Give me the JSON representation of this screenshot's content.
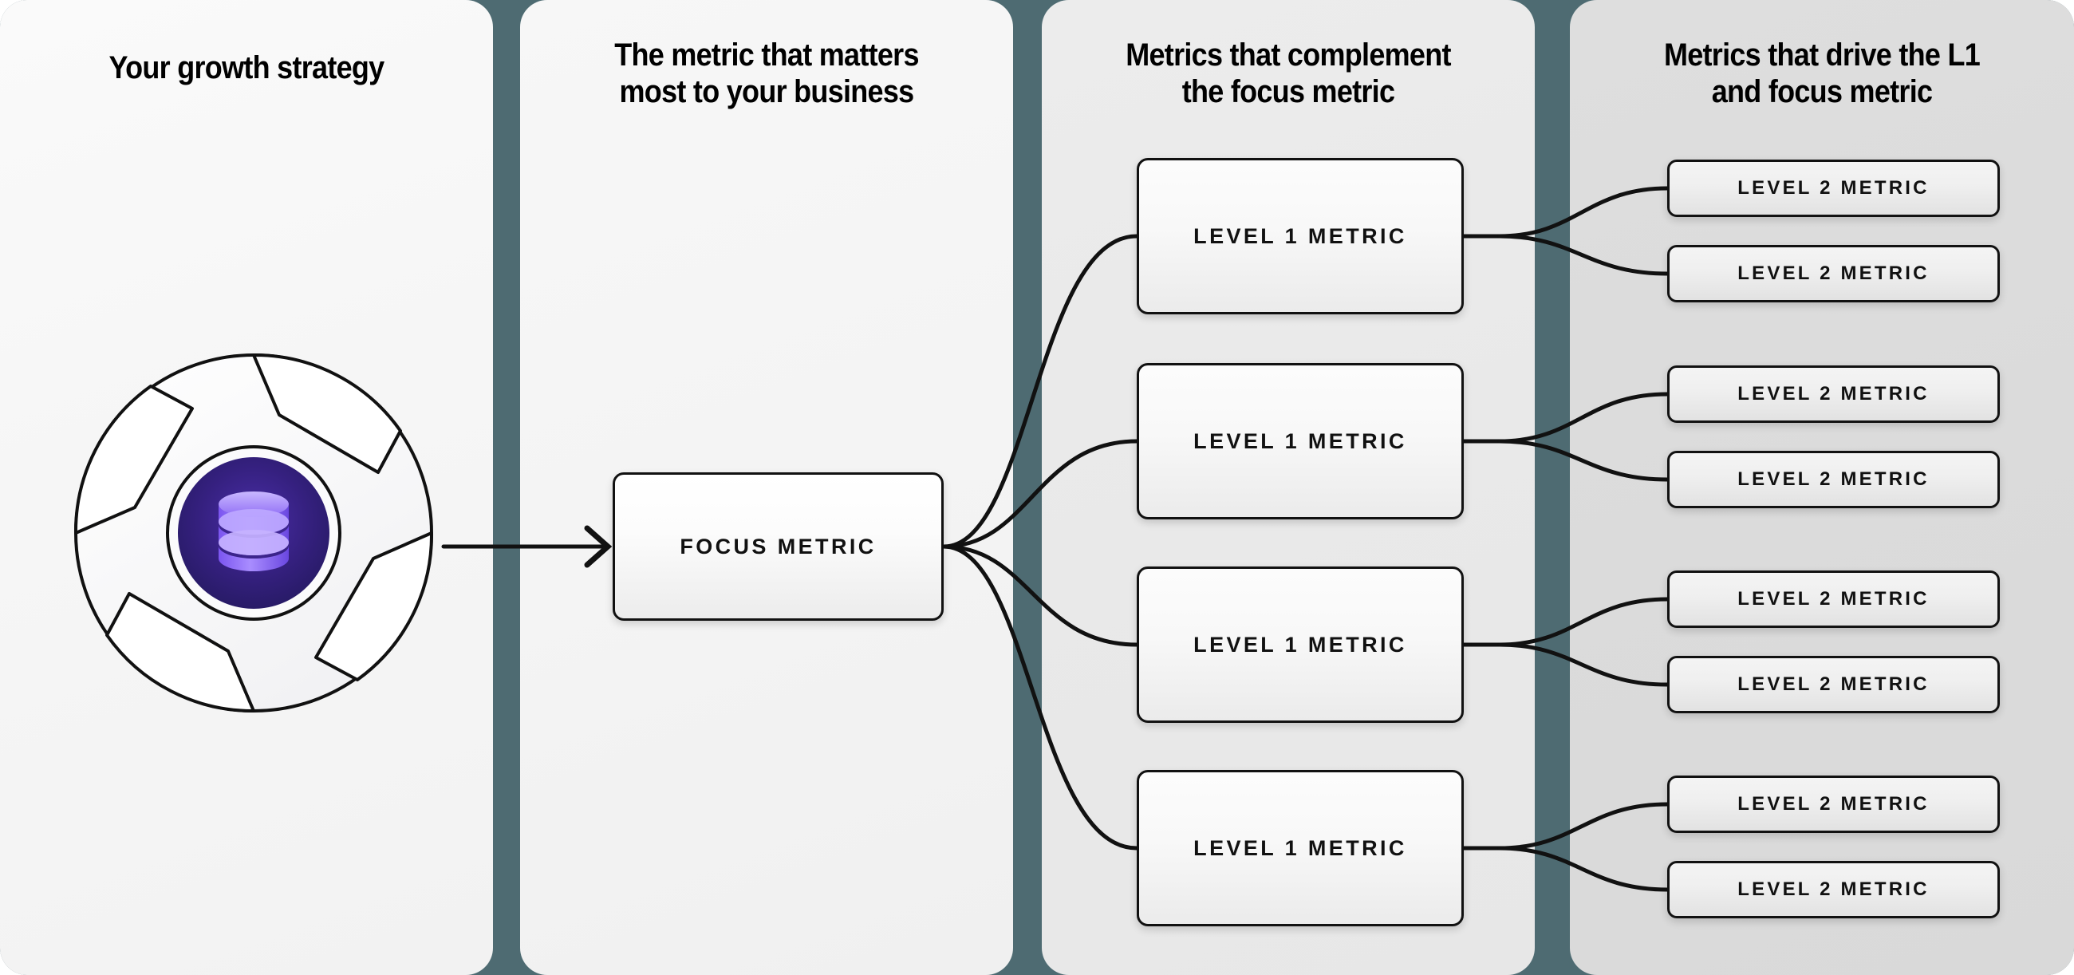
{
  "diagram": {
    "title": "Growth strategy metric tree",
    "colors": {
      "divider_slate": "#4e6b72",
      "panel_1_bg": "#f6f6f6",
      "panel_2_bg": "#f4f4f4",
      "panel_3_bg": "#e9e9e9",
      "panel_4_bg": "#dbdbdb",
      "stroke": "#111111",
      "accent_purple": "#6d4aff",
      "icon_core_dark": "#2e1d72"
    }
  },
  "columns": [
    {
      "id": "strategy",
      "title": "Your growth strategy"
    },
    {
      "id": "focus",
      "title": "The metric that matters\nmost to your business"
    },
    {
      "id": "level1",
      "title": "Metrics that complement\nthe focus metric"
    },
    {
      "id": "level2",
      "title": "Metrics that drive the L1\nand focus metric"
    }
  ],
  "strategy_node": {
    "icon": "database-icon",
    "shape": "aperture-iris-circle",
    "label": ""
  },
  "focus_metric": {
    "label": "FOCUS METRIC"
  },
  "level1_metrics": [
    {
      "label": "LEVEL 1 METRIC"
    },
    {
      "label": "LEVEL 1 METRIC"
    },
    {
      "label": "LEVEL 1 METRIC"
    },
    {
      "label": "LEVEL 1 METRIC"
    }
  ],
  "level2_metrics": [
    {
      "label": "LEVEL 2 METRIC"
    },
    {
      "label": "LEVEL 2 METRIC"
    },
    {
      "label": "LEVEL 2 METRIC"
    },
    {
      "label": "LEVEL 2 METRIC"
    },
    {
      "label": "LEVEL 2 METRIC"
    },
    {
      "label": "LEVEL 2 METRIC"
    },
    {
      "label": "LEVEL 2 METRIC"
    },
    {
      "label": "LEVEL 2 METRIC"
    }
  ],
  "connectors": {
    "strategy_to_focus": "arrow-right",
    "focus_to_level1": "fan-curve",
    "level1_to_level2": "fan-curve"
  }
}
